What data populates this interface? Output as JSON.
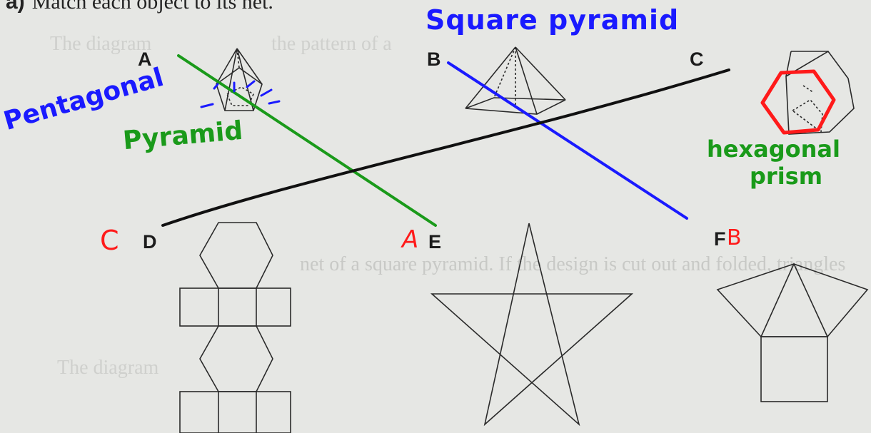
{
  "question": {
    "part": "a)",
    "text": "Match each object to its net."
  },
  "faint_text": {
    "line1": "The diagram",
    "line2": "the pattern of a",
    "line3": "net of a square pyramid. If the design is cut out and folded, triangles",
    "line4": "The diagram"
  },
  "objects": [
    {
      "letter": "A"
    },
    {
      "letter": "B"
    },
    {
      "letter": "C"
    }
  ],
  "nets": [
    {
      "letter": "D"
    },
    {
      "letter": "E"
    },
    {
      "letter": "F"
    }
  ],
  "annotations": {
    "square_pyramid": "Square pyramid",
    "pentagonal": "Pentagonal",
    "pyramid": "Pyramid",
    "hexagonal": "hexagonal",
    "prism": "prism",
    "mark_d": "C",
    "mark_e": "A",
    "mark_f": "B"
  },
  "colors": {
    "blue_ink": "#1a1aff",
    "green_ink": "#1a9a1a",
    "red_ink": "#ff1a1a",
    "black_ink": "#111111"
  }
}
